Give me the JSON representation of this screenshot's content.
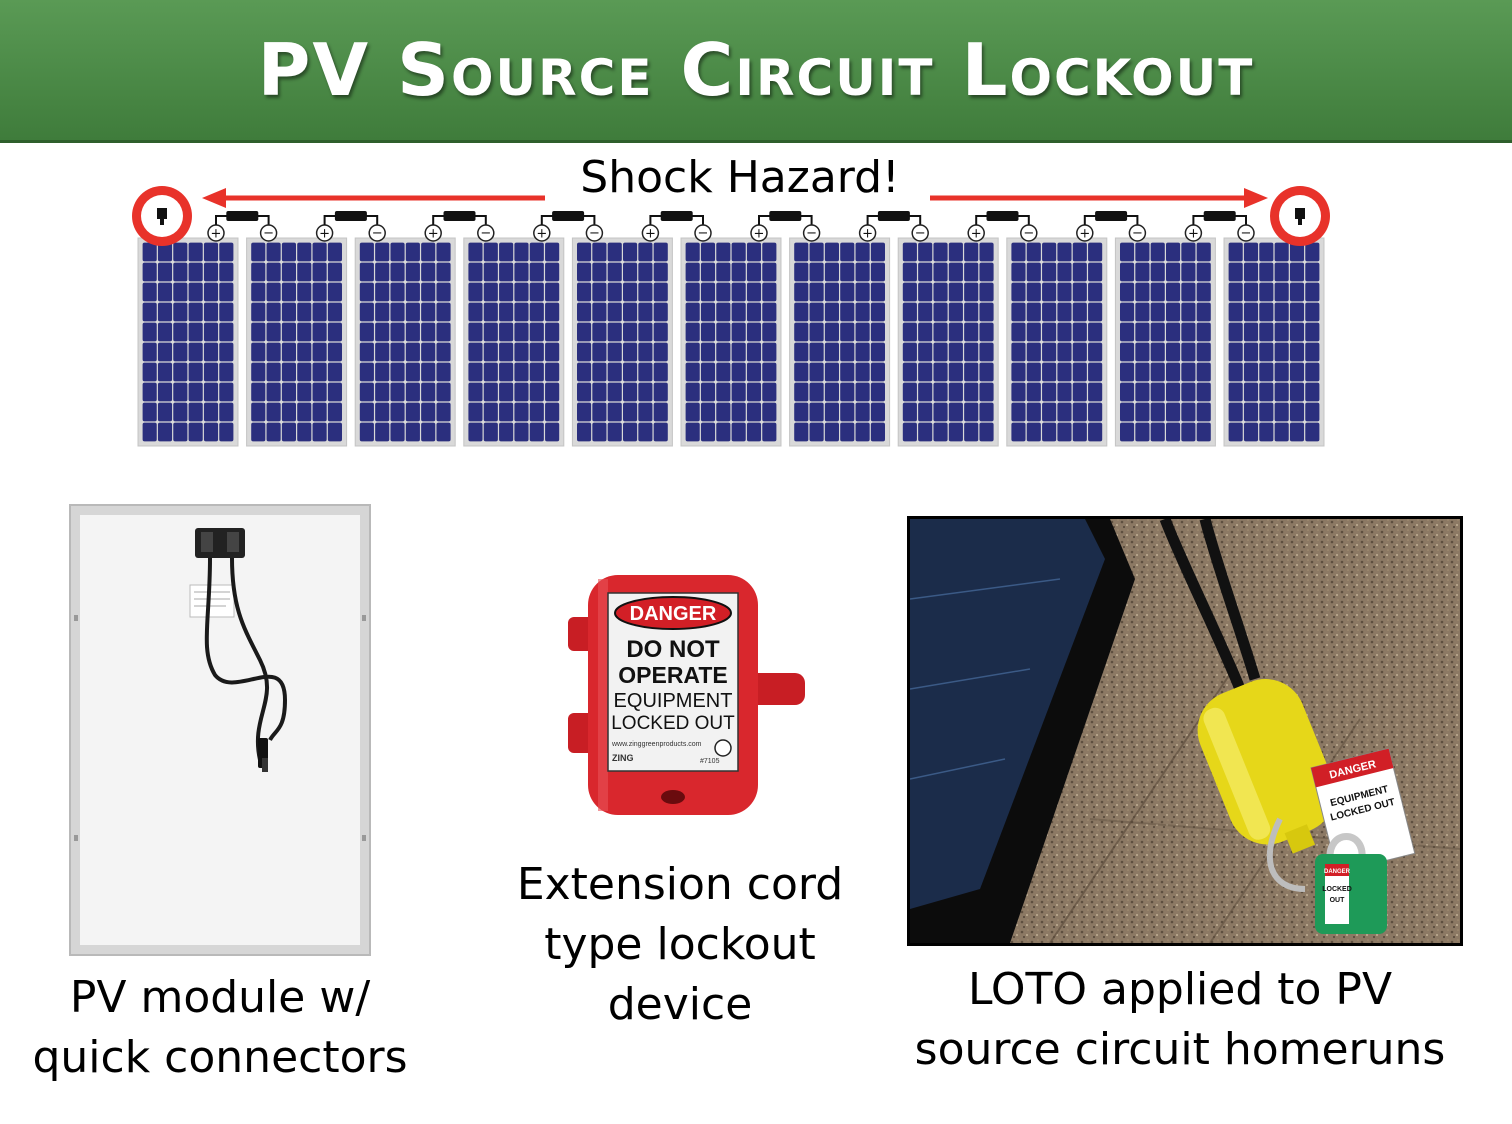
{
  "slide": {
    "title": "PV Source Circuit Lockout",
    "hazard_label": "Shock Hazard!"
  },
  "module_string": {
    "module_count": 11,
    "terminal_plus": "+",
    "terminal_minus": "−",
    "colors": {
      "hazard_red": "#e8322a",
      "cell_blue": "#2b2f7e",
      "frame_gray": "#d9d9d9"
    }
  },
  "panels": {
    "module_caption": [
      "PV module w/",
      "quick connectors"
    ],
    "device_caption": [
      "Extension cord",
      "type lockout",
      "device"
    ],
    "loto_caption": [
      "LOTO applied to PV",
      "source circuit homeruns"
    ]
  },
  "lockout_device": {
    "sign_header": "DANGER",
    "sign_line1": "DO NOT",
    "sign_line2": "OPERATE",
    "sign_line3": "EQUIPMENT",
    "sign_line4": "LOCKED OUT",
    "website": "www.zinggreenproducts.com",
    "brand": "ZING",
    "part_number": "#7105"
  },
  "loto_tag": {
    "tag_header": "DANGER",
    "tag_line1": "EQUIPMENT",
    "tag_line2": "LOCKED OUT",
    "lock_text1": "LOCKED",
    "lock_text2": "OUT",
    "lock_header": "DANGER"
  }
}
